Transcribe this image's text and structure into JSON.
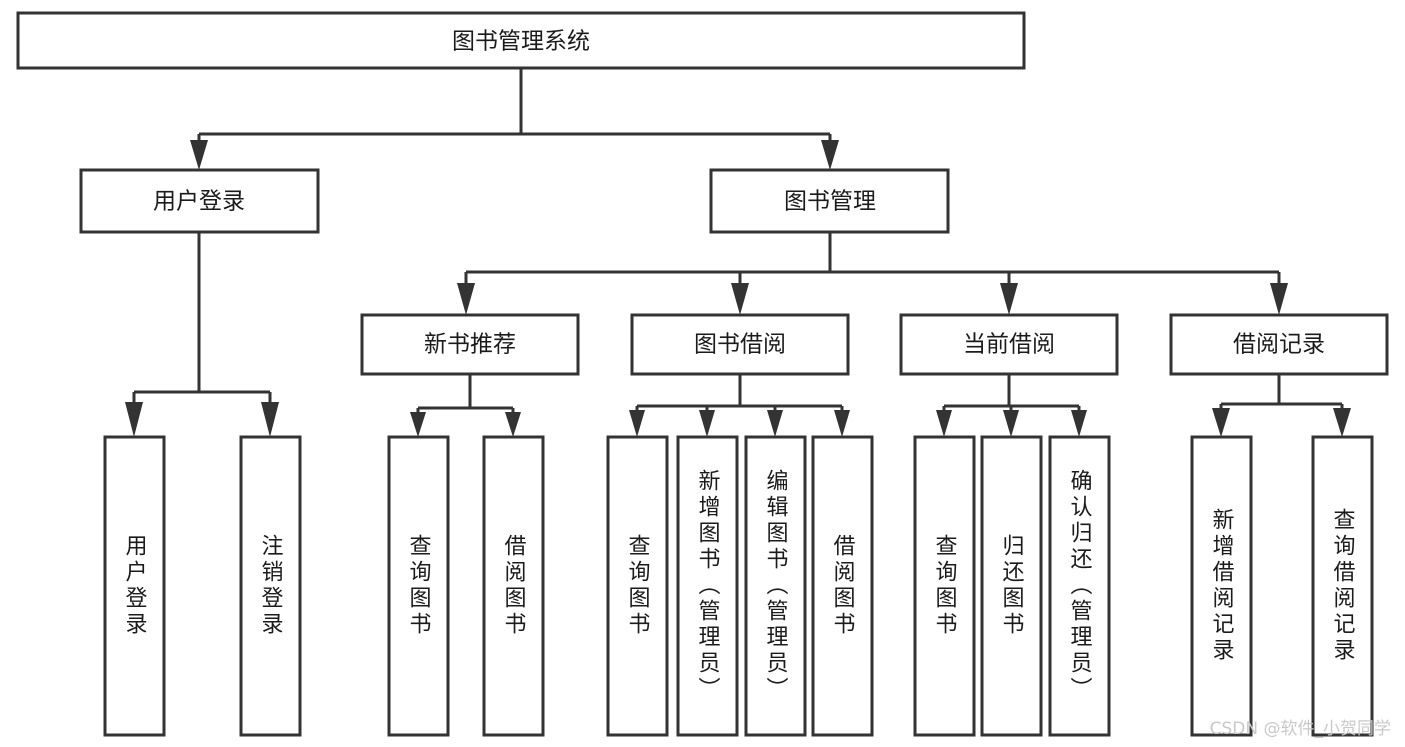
{
  "diagram": {
    "type": "tree-hierarchy",
    "orientation": "top-down",
    "root": {
      "id": "system",
      "label": "图书管理系统",
      "text_orientation": "horizontal"
    },
    "level2": [
      {
        "id": "user-login",
        "label": "用户登录",
        "text_orientation": "horizontal"
      },
      {
        "id": "book-manage",
        "label": "图书管理",
        "text_orientation": "horizontal"
      }
    ],
    "level3": [
      {
        "id": "new-book-recommend",
        "label": "新书推荐",
        "parent": "book-manage",
        "text_orientation": "horizontal"
      },
      {
        "id": "book-borrow",
        "label": "图书借阅",
        "parent": "book-manage",
        "text_orientation": "horizontal"
      },
      {
        "id": "current-borrow",
        "label": "当前借阅",
        "parent": "book-manage",
        "text_orientation": "horizontal"
      },
      {
        "id": "borrow-record",
        "label": "借阅记录",
        "parent": "book-manage",
        "text_orientation": "horizontal"
      }
    ],
    "leaves": [
      {
        "id": "leaf-user-login",
        "label": "用户登录",
        "parent": "user-login",
        "text_orientation": "vertical"
      },
      {
        "id": "leaf-logout-login",
        "label": "注销登录",
        "parent": "user-login",
        "text_orientation": "vertical"
      },
      {
        "id": "leaf-query-book-1",
        "label": "查询图书",
        "parent": "new-book-recommend",
        "text_orientation": "vertical"
      },
      {
        "id": "leaf-borrow-book-1",
        "label": "借阅图书",
        "parent": "new-book-recommend",
        "text_orientation": "vertical"
      },
      {
        "id": "leaf-query-book-2",
        "label": "查询图书",
        "parent": "book-borrow",
        "text_orientation": "vertical"
      },
      {
        "id": "leaf-add-book",
        "label": "新增图书（管理员）",
        "parent": "book-borrow",
        "text_orientation": "vertical"
      },
      {
        "id": "leaf-edit-book",
        "label": "编辑图书（管理员）",
        "parent": "book-borrow",
        "text_orientation": "vertical"
      },
      {
        "id": "leaf-borrow-book-2",
        "label": "借阅图书",
        "parent": "book-borrow",
        "text_orientation": "vertical"
      },
      {
        "id": "leaf-query-book-3",
        "label": "查询图书",
        "parent": "current-borrow",
        "text_orientation": "vertical"
      },
      {
        "id": "leaf-return-book",
        "label": "归还图书",
        "parent": "current-borrow",
        "text_orientation": "vertical"
      },
      {
        "id": "leaf-confirm-return",
        "label": "确认归还（管理员）",
        "parent": "current-borrow",
        "text_orientation": "vertical"
      },
      {
        "id": "leaf-add-record",
        "label": "新增借阅记录",
        "parent": "borrow-record",
        "text_orientation": "vertical"
      },
      {
        "id": "leaf-query-record",
        "label": "查询借阅记录",
        "parent": "borrow-record",
        "text_orientation": "vertical"
      }
    ],
    "colors": {
      "box_stroke": "#333333",
      "box_fill": "#ffffff",
      "text": "#1b1b1b",
      "connector": "#333333",
      "background": "#ffffff",
      "watermark": "#c9c9c9"
    }
  },
  "watermark": {
    "text": "CSDN @软件_小贺同学"
  }
}
